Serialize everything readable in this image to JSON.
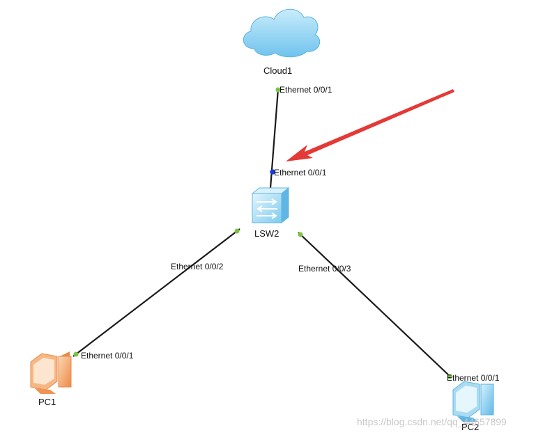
{
  "nodes": {
    "cloud": {
      "label": "Cloud1"
    },
    "switch": {
      "label": "LSW2"
    },
    "pc1": {
      "label": "PC1"
    },
    "pc2": {
      "label": "PC2"
    }
  },
  "ports": {
    "cloud_eth": "Ethernet 0/0/1",
    "switch_up_eth": "Ethernet 0/0/1",
    "switch_pc1_eth": "Ethernet 0/0/2",
    "switch_pc2_eth": "Ethernet 0/0/3",
    "pc1_eth": "Ethernet 0/0/1",
    "pc2_eth": "Ethernet 0/0/1"
  },
  "watermark": "https://blog.csdn.net/qq_44657899",
  "colors": {
    "link": "#1a1a1a",
    "port_up": "#7cc242",
    "port_selected": "#1f3bd6",
    "arrow": "#e53935",
    "cloud_fill": "#8fd3f4",
    "switch_fill": "#a8dcf5",
    "pc1_fill": "#f4a56b",
    "pc2_fill": "#7fc9ef"
  }
}
